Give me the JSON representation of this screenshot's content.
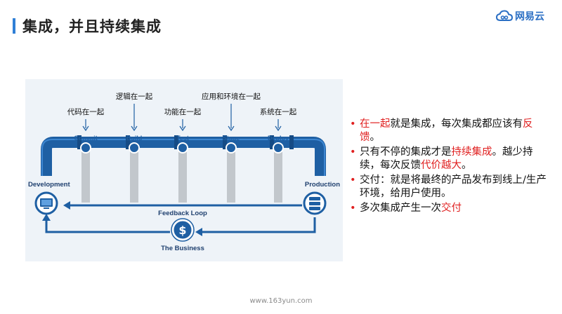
{
  "slide": {
    "title": "集成，并且持续集成",
    "logo_text": "网易云",
    "footer": "www.163yun.com"
  },
  "diagram": {
    "annotations": [
      "代码在一起",
      "逻辑在一起",
      "功能在一起",
      "应用和环境在一起",
      "系统在一起"
    ],
    "stages": [
      "Commit",
      "Build",
      "Test",
      "Stage",
      "Deploy"
    ],
    "development": "Development",
    "production": "Production",
    "feedback_loop": "Feedback Loop",
    "business": "The Business",
    "dollar": "$"
  },
  "bullets": {
    "b1_red": "在一起",
    "b1_text": "就是集成，每次集成都应该有",
    "b1_red2": "反馈",
    "b1_end": "。",
    "b2_text": "只有不停的集成才是",
    "b2_red": "持续集成",
    "b2_text2": "。越少持续，每次反馈",
    "b2_red2": "代价越大",
    "b2_end": "。",
    "b3_text": "交付：就是将最终的产品发布到线上/生产环境，给用户使用。",
    "b4_text": "多次集成产生一次",
    "b4_red": "交付"
  },
  "colors": {
    "pipe": "#1e5fa3",
    "pipe_light": "#2f7fd6",
    "accent_red": "#e02020"
  }
}
